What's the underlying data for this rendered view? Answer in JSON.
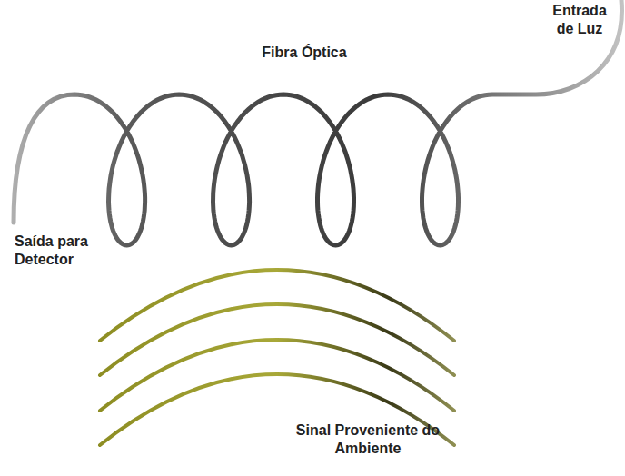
{
  "diagram": {
    "labels": [
      "Fibra Óptica",
      "Entrada de Luz",
      "Saída para Detector",
      "Sinal Proveniente do Ambiente"
    ]
  }
}
